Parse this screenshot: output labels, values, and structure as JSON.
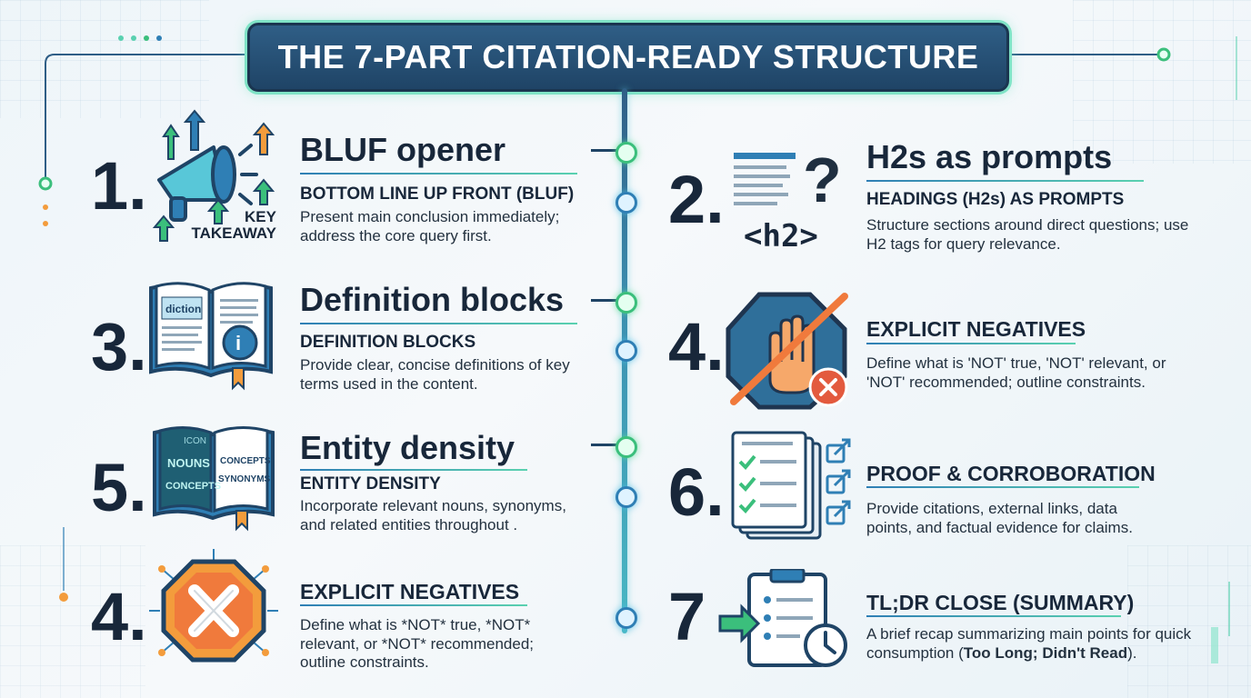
{
  "title": "THE 7-PART CITATION-READY STRUCTURE",
  "sections": [
    {
      "num": "1.",
      "heading": "BLUF opener",
      "sub": "BOTTOM LINE UP FRONT (BLUF)",
      "desc": "Present main conclusion immediately; address the core query first.",
      "icon_label": "KEY TAKEAWAY",
      "icon": "megaphone-icon"
    },
    {
      "num": "2.",
      "heading": "H2s as prompts",
      "sub": "HEADINGS (H2s) AS PROMPTS",
      "desc": "Structure sections around direct questions; use H2 tags for query relevance.",
      "icon_label": "<h2>",
      "icon": "question-heading-icon"
    },
    {
      "num": "3.",
      "heading": "Definition blocks",
      "sub": "DEFINITION BLOCKS",
      "desc": "Provide clear, concise definitions of key terms used in the content.",
      "icon_label": "diction",
      "icon": "dictionary-icon"
    },
    {
      "num": "4.",
      "heading": "",
      "sub": "EXPLICIT NEGATIVES",
      "desc": "Define what is 'NOT' true, 'NOT' relevant, or 'NOT' recommended; outline constraints.",
      "icon": "stop-hand-icon"
    },
    {
      "num": "5.",
      "heading": "Entity density",
      "sub": "ENTITY DENSITY",
      "desc": "Incorporate relevant nouns, synonyms, and related entities throughout .",
      "icon_words": [
        "ICON",
        "NOUNS",
        "CONCEPTS",
        "CONCEPTS",
        "SYNONYMS"
      ],
      "icon": "entity-book-icon"
    },
    {
      "num": "6.",
      "heading": "",
      "sub": "PROOF & CORROBORATION",
      "desc": "Provide citations, external links, data points, and factual evidence for claims.",
      "icon": "checklist-links-icon"
    },
    {
      "num": "4.",
      "heading": "",
      "sub": "EXPLICIT NEGATIVES",
      "desc": "Define what is *NOT* true, *NOT* relevant, or *NOT* recommended; outline constraints.",
      "icon": "stop-x-icon"
    },
    {
      "num": "7",
      "heading": "",
      "sub": "TL;DR CLOSE (SUMMARY)",
      "desc_pre": "A brief recap summarizing main points for quick consumption (",
      "desc_bold": "Too Long; Didn't Read",
      "desc_post": ").",
      "icon": "clipboard-clock-icon"
    }
  ],
  "colors": {
    "navy": "#1f4466",
    "accent_green": "#5ad1b0",
    "accent_blue": "#2f7fb5",
    "orange": "#f39c3c",
    "red": "#e35a3e"
  }
}
